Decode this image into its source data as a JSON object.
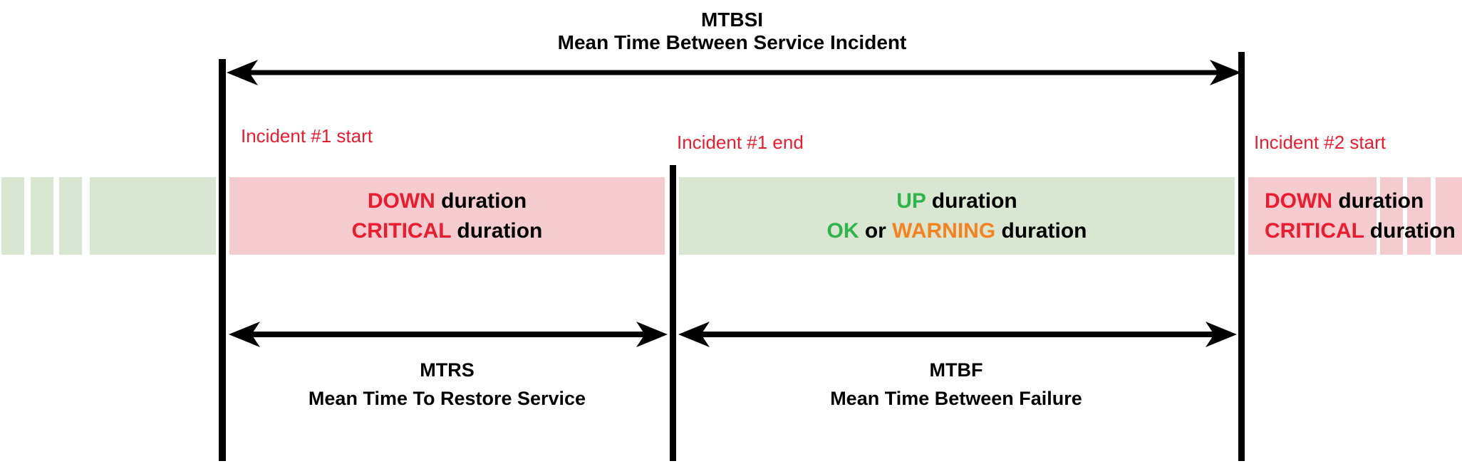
{
  "diagram": {
    "title": {
      "abbr": "MTBSI",
      "full": "Mean Time Between Service Incident"
    },
    "incident_labels": {
      "start1": "Incident #1 start",
      "end1": "Incident #1 end",
      "start2": "Incident #2 start"
    },
    "bands": {
      "down1": {
        "line1": {
          "em": "DOWN",
          "rest": " duration"
        },
        "line2": {
          "em": "CRITICAL",
          "rest": " duration"
        }
      },
      "up": {
        "line1": {
          "em": "UP",
          "rest": " duration"
        },
        "line2": {
          "ok": "OK",
          "or": " or ",
          "warning": "WARNING",
          "rest": " duration"
        }
      },
      "down2": {
        "line1": {
          "em": "DOWN",
          "rest": " duration"
        },
        "line2": {
          "em": "CRITICAL",
          "rest": " duration"
        }
      }
    },
    "metrics": {
      "mtrs": {
        "abbr": "MTRS",
        "full": "Mean Time To Restore Service"
      },
      "mtbf": {
        "abbr": "MTBF",
        "full": "Mean Time Between Failure"
      }
    }
  },
  "colors": {
    "status-red": "#ec1b2d",
    "status-green": "#2fb34a",
    "status-orange": "#f58220",
    "band-pink": "#f4cbce",
    "band-green": "#d9e7d2",
    "ink": "#000000"
  }
}
